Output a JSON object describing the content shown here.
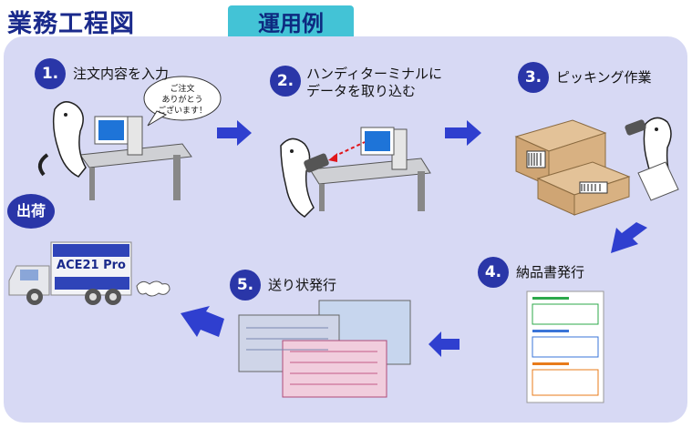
{
  "header": {
    "title": "業務工程図",
    "tab_label": "運用例"
  },
  "steps": [
    {
      "num": "1.",
      "label": "注文内容を入力"
    },
    {
      "num": "2.",
      "label_line1": "ハンディターミナルに",
      "label_line2": "データを取り込む"
    },
    {
      "num": "3.",
      "label": "ピッキング作業"
    },
    {
      "num": "4.",
      "label": "納品書発行"
    },
    {
      "num": "5.",
      "label": "送り状発行"
    }
  ],
  "shipping": {
    "badge": "出荷",
    "truck_label": "ACE21 Pro"
  },
  "speech": {
    "line1": "ご注文",
    "line2": "ありがとう",
    "line3": "ございます！"
  },
  "colors": {
    "accent": "#2a36a8",
    "panel": "#d7d9f4",
    "arrow": "#2f3fcf",
    "tab": "#43c3d6"
  }
}
